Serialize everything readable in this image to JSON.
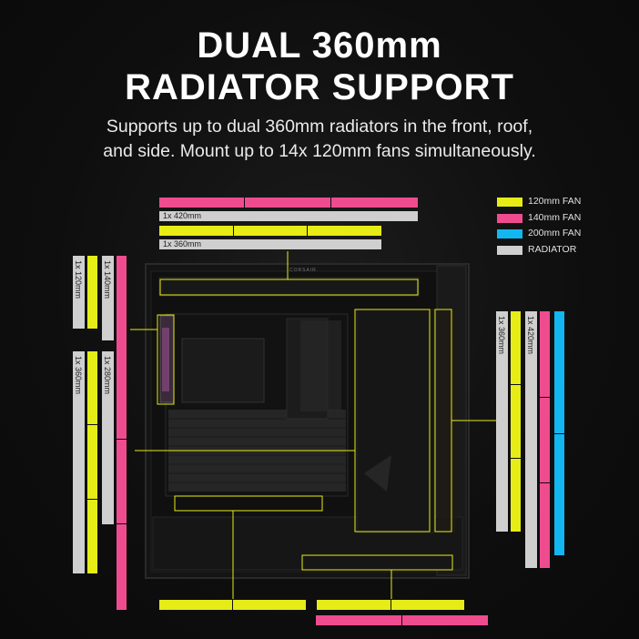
{
  "headline": {
    "line1": "DUAL 360mm",
    "line2": "RADIATOR SUPPORT"
  },
  "subtitle": {
    "line1": "Supports up to dual 360mm radiators in the front, roof,",
    "line2": "and side. Mount up to 14x 120mm fans simultaneously."
  },
  "brand_mark": "CORSAIR",
  "colors": {
    "fan_120": "#e6ec16",
    "fan_140": "#ef4c8f",
    "fan_200": "#12b6f0",
    "radiator": "#cfcfcf",
    "background": "#0d0d0d"
  },
  "legend": [
    {
      "label": "120mm FAN",
      "color_key": "fan_120"
    },
    {
      "label": "140mm FAN",
      "color_key": "fan_140"
    },
    {
      "label": "200mm FAN",
      "color_key": "fan_200"
    },
    {
      "label": "RADIATOR",
      "color_key": "radiator"
    }
  ],
  "radiator_labels": {
    "top_420": "1x 420mm",
    "top_360": "1x 360mm",
    "rear_120": "1x 120mm",
    "rear_140": "1x 140mm",
    "side_360": "1x 360mm",
    "side_280": "1x 280mm",
    "front_360": "1x 360mm",
    "front_420": "1x 420mm"
  }
}
